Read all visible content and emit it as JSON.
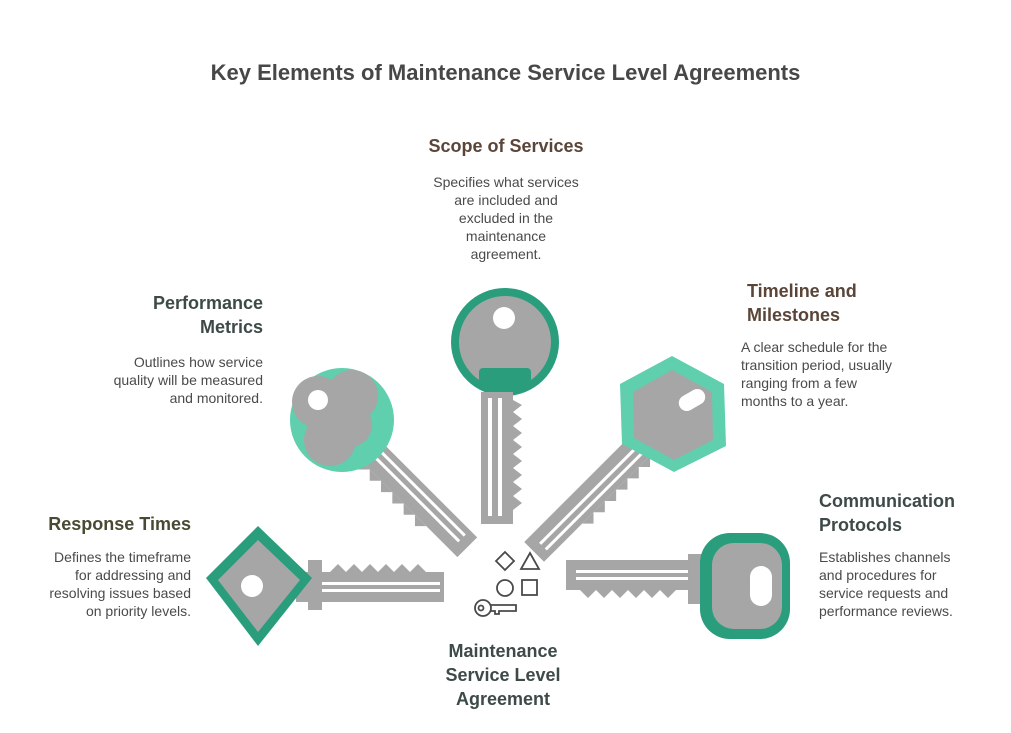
{
  "title": "Key Elements of Maintenance Service Level Agreements",
  "center": {
    "label_line1": "Maintenance",
    "label_line2": "Service Level",
    "label_line3": "Agreement"
  },
  "items": [
    {
      "heading": "Scope of Services",
      "desc_lines": [
        "Specifies what services",
        "are included and",
        "excluded in the",
        "maintenance",
        "agreement."
      ],
      "color": "#2a9d7c"
    },
    {
      "heading_lines": [
        "Performance",
        "Metrics"
      ],
      "desc_lines": [
        "Outlines how service",
        "quality will be measured",
        "and monitored."
      ],
      "color": "#5fcfae"
    },
    {
      "heading_lines": [
        "Timeline and",
        "Milestones"
      ],
      "desc_lines": [
        "A clear schedule for the",
        "transition period, usually",
        "ranging from a few",
        "months to a year."
      ],
      "color": "#5fcfae"
    },
    {
      "heading": "Response Times",
      "desc_lines": [
        "Defines the timeframe",
        "for addressing and",
        "resolving issues based",
        "on priority levels."
      ],
      "color": "#2a9d7c"
    },
    {
      "heading_lines": [
        "Communication",
        "Protocols"
      ],
      "desc_lines": [
        "Establishes channels",
        "and procedures for",
        "service requests and",
        "performance reviews."
      ],
      "color": "#2a9d7c"
    }
  ],
  "colors": {
    "key_gray": "#a6a6a6",
    "heading_scope": "#5a4538",
    "heading_perf": "#3d4a48",
    "heading_timeline": "#5a4538",
    "heading_response": "#4a4a34",
    "heading_comm": "#3d4a48"
  }
}
